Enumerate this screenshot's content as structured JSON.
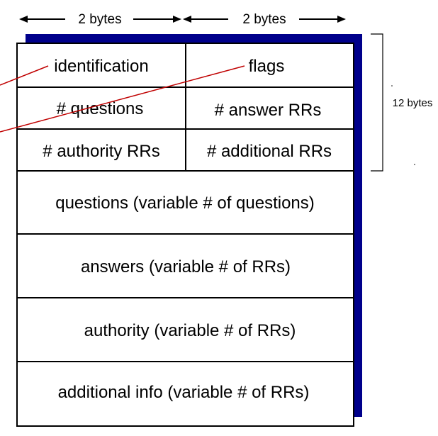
{
  "dimensions": {
    "left_width": "2 bytes",
    "right_width": "2 bytes",
    "header_size": "12 bytes"
  },
  "header_fields": {
    "identification": "identification",
    "flags": "flags",
    "questions": "# questions",
    "answer_rrs": "# answer RRs",
    "authority_rrs": "# authority RRs",
    "additional_rrs": "# additional RRs"
  },
  "sections": {
    "questions": "questions (variable # of questions)",
    "answers": "answers (variable # of RRs)",
    "authority": "authority (variable # of RRs)",
    "additional": "additional info (variable # of RRs)"
  },
  "colors": {
    "shadow": "#00008B",
    "callout_line": "#C00000",
    "border": "#000000"
  }
}
